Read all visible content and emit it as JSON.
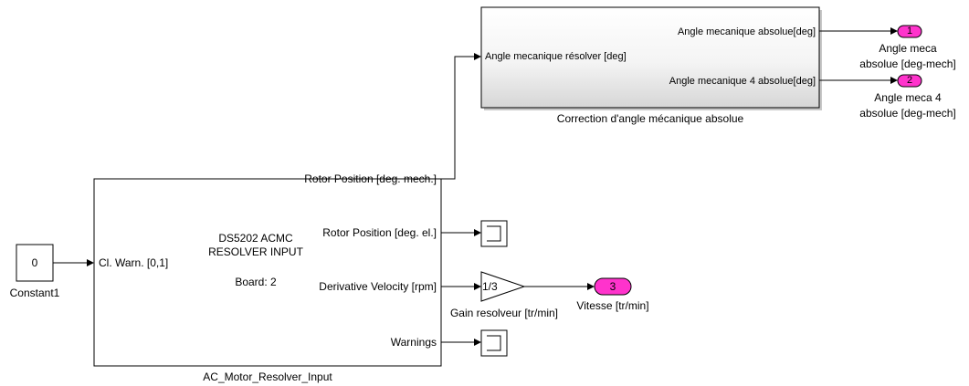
{
  "colors": {
    "background": "#ffffff",
    "line": "#000000",
    "outport_fill": "#ff33cc"
  },
  "blocks": {
    "constant": {
      "value": "0",
      "name": "Constant1"
    },
    "resolver": {
      "title_line1": "DS5202 ACMC",
      "title_line2": "RESOLVER INPUT",
      "board": "Board: 2",
      "input_port": "Cl. Warn. [0,1]",
      "output_ports": [
        "Rotor Position [deg. mech.]",
        "Rotor Position [deg. el.]",
        "Derivative Velocity [rpm]",
        "Warnings"
      ],
      "name": "AC_Motor_Resolver_Input"
    },
    "correction": {
      "input_port": "Angle mecanique  résolver [deg]",
      "output_ports": [
        "Angle mecanique  absolue[deg]",
        "Angle mecanique 4  absolue[deg]"
      ],
      "name": "Correction d'angle mécanique absolue"
    },
    "gain": {
      "value": "1/3",
      "name": "Gain resolveur [tr/min]"
    },
    "outports": [
      {
        "number": "1",
        "label_line1": "Angle meca",
        "label_line2": "absolue  [deg-mech]"
      },
      {
        "number": "2",
        "label_line1": "Angle meca 4",
        "label_line2": "absolue  [deg-mech]"
      },
      {
        "number": "3",
        "label_line1": "Vitesse [tr/min]",
        "label_line2": ""
      }
    ],
    "terminator_icon": "terminator-icon"
  }
}
